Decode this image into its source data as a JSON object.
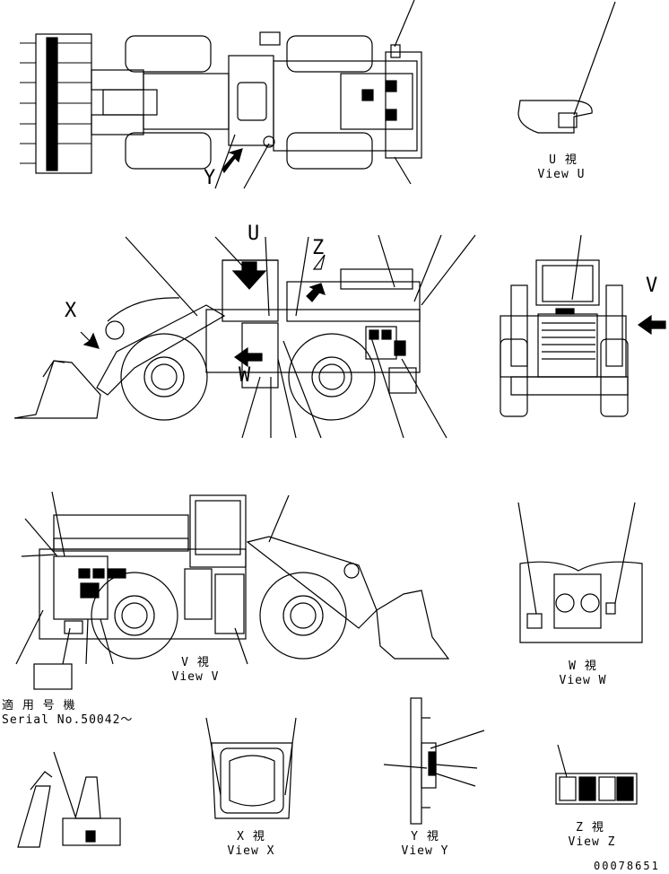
{
  "views": {
    "U": {
      "jp": "U  視",
      "en": "View U"
    },
    "V": {
      "jp": "V  視",
      "en": "View V"
    },
    "W": {
      "jp": "W  視",
      "en": "View W"
    },
    "X": {
      "jp": "X  視",
      "en": "View X"
    },
    "Y": {
      "jp": "Y  視",
      "en": "View Y"
    },
    "Z": {
      "jp": "Z  視",
      "en": "View Z"
    }
  },
  "arrow_letters": {
    "y_top": "Y",
    "u_side": "U",
    "z_side": "Z",
    "x_side": "X",
    "w_side": "W",
    "v_rear": "V"
  },
  "serial": {
    "jp": "適 用 号 機",
    "en": "Serial No.50042～"
  },
  "drawing_number": "00078651",
  "colors": {
    "ink": "#000000",
    "paper": "#ffffff"
  }
}
